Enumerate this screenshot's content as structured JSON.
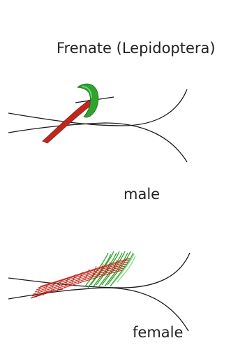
{
  "title": "Frenate (Lepidoptera)",
  "panels": [
    {
      "label": "male"
    },
    {
      "label": "female"
    }
  ],
  "colors": {
    "outline": "#1a1a1a",
    "frenulum": "#c0281e",
    "frenulum_dark": "#8a1a12",
    "retinaculum": "#2fa32f",
    "retinaculum_light": "#7fe07f"
  }
}
